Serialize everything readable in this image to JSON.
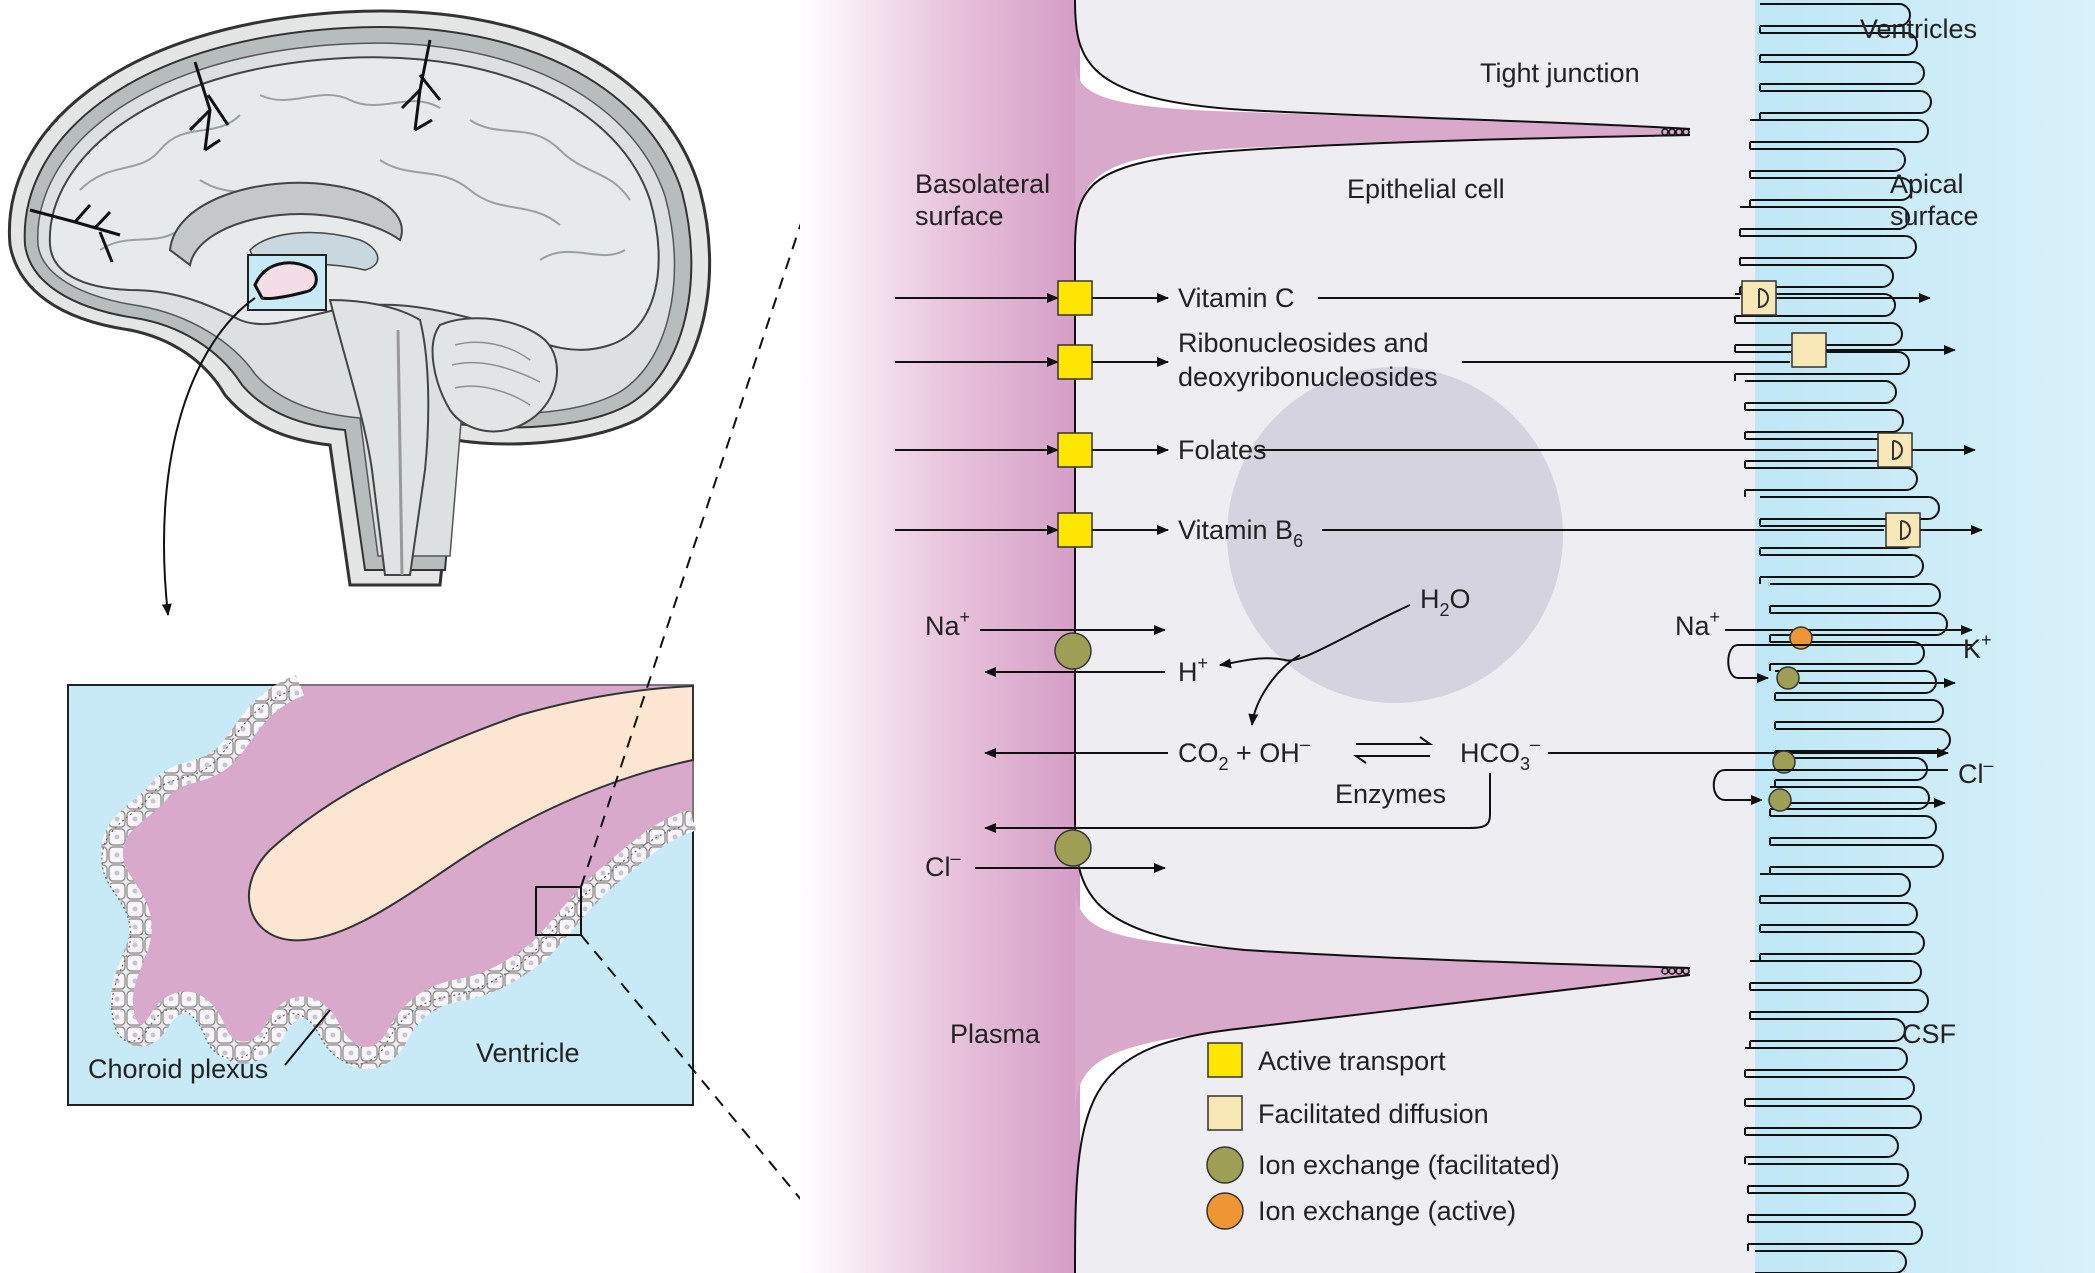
{
  "brain_panel": {
    "inset": {
      "choroid_plexus": "Choroid plexus",
      "ventricle": "Ventricle"
    }
  },
  "cell_panel": {
    "ventricles": "Ventricles",
    "tight_junction": "Tight junction",
    "basolateral_l1": "Basolateral",
    "basolateral_l2": "surface",
    "epithelial_cell": "Epithelial cell",
    "apical_l1": "Apical",
    "apical_l2": "surface",
    "plasma": "Plasma",
    "csf": "CSF",
    "transports": [
      {
        "label": "Vitamin C"
      },
      {
        "label": "Ribonucleosides and",
        "label2": "deoxyribonucleosides"
      },
      {
        "label": "Folates"
      },
      {
        "label": "Vitamin B",
        "sub": "6"
      }
    ],
    "ions": {
      "na_left": "Na",
      "na_left_sup": "+",
      "h": "H",
      "h_sup": "+",
      "h2o": "H",
      "h2o_sub": "2",
      "h2o_tail": "O",
      "co2": "CO",
      "co2_sub": "2",
      "co2_tail": " + OH",
      "oh_sup": "–",
      "hco3": "HCO",
      "hco3_sub": "3",
      "hco3_sup": "–",
      "enzymes": "Enzymes",
      "cl_left": "Cl",
      "cl_left_sup": "–",
      "na_right": "Na",
      "na_right_sup": "+",
      "k": "K",
      "k_sup": "+",
      "cl_right": "Cl",
      "cl_right_sup": "–"
    },
    "legend": [
      {
        "label": "Active transport",
        "color": "#FFE600",
        "shape": "square"
      },
      {
        "label": "Facilitated diffusion",
        "color": "#F8E8B8",
        "shape": "square"
      },
      {
        "label": "Ion exchange (facilitated)",
        "color": "#9E9E55",
        "shape": "circle"
      },
      {
        "label": "Ion exchange (active)",
        "color": "#EE9633",
        "shape": "circle"
      }
    ]
  },
  "colors": {
    "plasma_pink": "#D9A9CC",
    "csf_blue": "#C8EAF7",
    "cytoplasm": "#EEEDF2",
    "nucleus": "#D6D3E0",
    "active": "#FFE600",
    "facilitated": "#F8E8B8",
    "ion_facilitated": "#9E9E55",
    "ion_active": "#EE9633"
  }
}
